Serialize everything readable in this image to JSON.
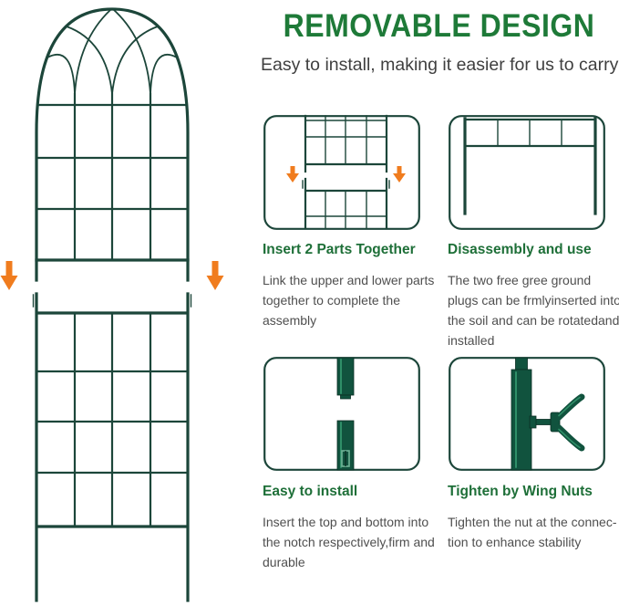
{
  "colors": {
    "background": "#ffffff",
    "title_green": "#1e7a38",
    "caption_green": "#1e6f38",
    "line_green": "#1c463a",
    "pole_green": "#11533e",
    "pole_highlight": "#2f8f68",
    "body_gray": "#4f4f4f",
    "arrow_orange": "#f07c1e"
  },
  "header": {
    "title": "REMOVABLE DESIGN",
    "subtitle": "Easy to install, making it easier for us to carry"
  },
  "features": [
    {
      "caption": "Insert 2 Parts Together",
      "body": "Link the upper and lower parts together to complete the assembly",
      "illustration": "two-trellis-parts-joining"
    },
    {
      "caption": "Disassembly and use",
      "body": "The two free gree ground plugs can be frmlyinserted into the soil and can be rotatedand installed",
      "illustration": "detached-frame-with-ground-legs"
    },
    {
      "caption": "Easy to install",
      "body": "Insert the top and bottom into the notch respectively,firm and durable",
      "illustration": "pole-notch-connection"
    },
    {
      "caption": "Tighten by Wing Nuts",
      "body": "Tighten the nut at the connec-tion to enhance stability",
      "illustration": "pole-with-wing-nut"
    }
  ],
  "trellis_graphic": {
    "description": "Two-part gothic-arch garden trellis shown separated at the middle joint",
    "arrows": [
      "down-arrow",
      "down-arrow"
    ]
  }
}
